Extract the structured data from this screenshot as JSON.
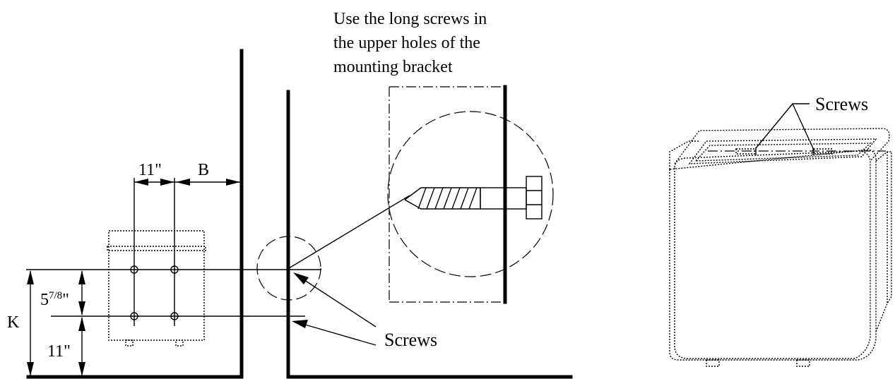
{
  "labels": {
    "instruction_line1": "Use the long screws in",
    "instruction_line2": "the upper holes of the",
    "instruction_line3": "mounting bracket",
    "dim_11_top": "11\"",
    "dim_B": "B",
    "dim_5_whole": "5",
    "dim_5_frac": "7/8",
    "dim_5_inch": "\"",
    "dim_K": "K",
    "dim_11_bottom": "11\"",
    "screws_middle": "Screws",
    "screws_right": "Screws"
  }
}
